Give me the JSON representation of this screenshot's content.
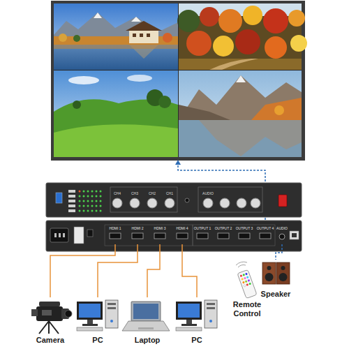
{
  "diagram": {
    "nodes": [
      {
        "text": [
          "HDMI 1"
        ]
      },
      {
        "text": [
          "HDMI 2"
        ]
      },
      {
        "text": [
          "HDMI 3"
        ]
      },
      {
        "text": [
          "HDMI 4"
        ]
      },
      {
        "text": [
          "OUTPUT 1"
        ]
      },
      {
        "text": [
          "OUTPUT 2"
        ]
      },
      {
        "text": [
          "OUTPUT 3"
        ]
      },
      {
        "text": [
          "OUTPUT 4"
        ]
      },
      {
        "text": [
          "AUDIO"
        ]
      },
      {
        "text": [
          "Speaker"
        ]
      },
      {
        "text": [
          "Remote Control"
        ]
      },
      {
        "text": [
          "Camera"
        ]
      },
      {
        "text": [
          "PC"
        ]
      },
      {
        "text": [
          "Laptop"
        ]
      },
      {
        "text": [
          "PC"
        ]
      }
    ],
    "edges": [
      {
        "from": 11,
        "to": 0,
        "arrow": "none"
      },
      {
        "from": 12,
        "to": 1,
        "arrow": "none"
      },
      {
        "from": 13,
        "to": 2,
        "arrow": "none"
      },
      {
        "from": 14,
        "to": 3,
        "arrow": "none"
      },
      {
        "from": 8,
        "to": 9,
        "arrow": "none"
      }
    ],
    "labels": [
      "CH4",
      "CH3",
      "CH2",
      "CH1",
      "AUDIO"
    ]
  }
}
